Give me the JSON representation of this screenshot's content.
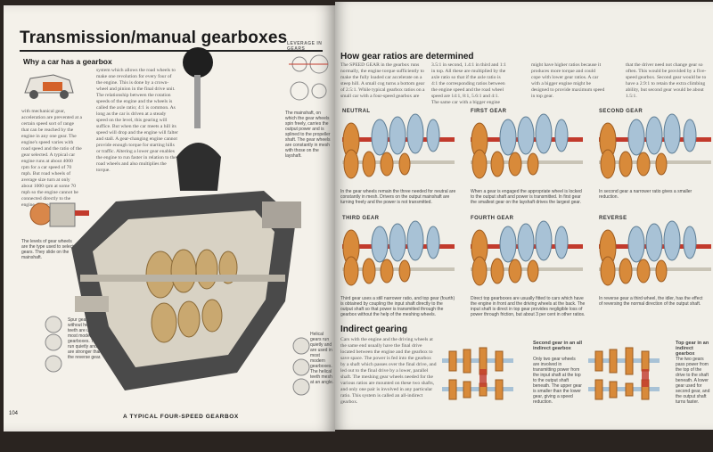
{
  "left_page": {
    "title": "Transmission/manual gearboxes",
    "section_heading": "Why a car has a gearbox",
    "col1_text": "with mechanical gear, acceleration are prevented at a certain speed sort of range that can be reached by the engine in any one gear. The engine's speed varies with road speed and the ratio of the gear selected. A typical car engine runs at about 4000 rpm for a car speed of 70 mph. But road wheels of average size turn at only about 1000 rpm at some 70 mph so the engine cannot be connected directly to the engine. There must be a",
    "col2_text": "system which allows the road wheels to make one revolution for every four of the engine. This is done by a crown-wheel and pinion in the final drive unit. The relationship between the rotation speeds of the engine and the wheels is called the axle ratio; 4:1 is common. As long as the car is driven at a steady speed on the level, this gearing will suffice. But when the car meets a hill its speed will drop and the engine will falter and stall. A gear-changing engine cannot provide enough torque for starting hills or traffic. Altering a lower gear enables the engine to run faster in relation to the road wheels and also multiplies the torque.",
    "leverage_label": "LEVERAGE IN GEARS",
    "caption_shaft": "The mainshaft, on which the gear wheels spin freely, carries the output power and is splined to the propeller shaft. The gear wheels are constantly in mesh with those on the layshaft.",
    "caption_drive": "The levels of gear wheels are the type used to select gears. They slide on the mainshaft.",
    "caption_spur": "Spur gears without helical teeth are used in most modern gearboxes. They run quietly and are stronger than the reverse gear.",
    "caption_helical": "Helical gears run quietly and are used in most modern gearboxes. The helical teeth mesh at an angle.",
    "figure_caption": "A TYPICAL FOUR-SPEED GEARBOX",
    "page_number": "104"
  },
  "right_page": {
    "heading_ratios": "How gear ratios are determined",
    "ratios_col1": "The SPEED GEAR in the gearbox runs normally, the engine torque sufficiently to make the fully loaded car accelerate on a steep hill. A small cog turns a bottom gear of 2.5:1. While typical gearbox ratios on a small car with a four-speed gearbox are",
    "ratios_col2": "3.5:1 in second, 1.4:1 in third and 1:1 in top. All these are multiplied by the axle ratio so that if the axle ratio is 4:1 the corresponding ratios between the engine speed and the road wheel speed are 14:1, 8:1, 5.6:1 and 4:1. The same car with a bigger engine",
    "ratios_col3": "might have higher ratios because it produces more torque and could cope with lower gear ratios. A car with a bigger engine might be designed to provide maximum speed in top gear.",
    "ratios_col4": "that the driver need not change gear so often. This would be provided by a five-speed gearbox. Second gear would be to have a 2.9:1 to retain the extra climbing ability, but second gear would be about 1.5:1.",
    "panels": [
      {
        "label": "NEUTRAL",
        "caption": "In the gear wheels remain the three needed for neutral are constantly in mesh. Drivers on the output mainshaft are turning freely and the power is not transmitted."
      },
      {
        "label": "FIRST GEAR",
        "caption": "When a gear is engaged the appropriate wheel is locked to the output shaft and power is transmitted. In first gear the smallest gear on the layshaft drives the largest gear."
      },
      {
        "label": "SECOND GEAR",
        "caption": "In second gear a narrower ratio gives a smaller reduction."
      },
      {
        "label": "THIRD GEAR",
        "caption": "Third gear uses a still narrower ratio, and top gear (fourth) is obtained by coupling the input shaft directly to the output shaft so that power is transmitted through the gearbox without the help of the meshing wheels."
      },
      {
        "label": "FOURTH GEAR",
        "caption": "Direct top gearboxes are usually fitted to cars which have the engine in front and the driving wheels at the back. The input shaft is direct in top gear provides negligible loss of power through friction, but about 3 per cent in other ratios."
      },
      {
        "label": "REVERSE",
        "caption": "In reverse gear a third wheel, the idler, has the effect of reversing the normal direction of the output shaft."
      }
    ],
    "heading_indirect": "Indirect gearing",
    "indirect_text": "Cars with the engine and the driving wheels at the same end usually have the final drive located between the engine and the gearbox to save space. The power is fed into the gearbox by a shaft which passes over the final drive, and led out to the final drive by a lower, parallel shaft. The meshing gear wheels needed for the various ratios are mounted on these two shafts, and only one pair is involved in any particular ratio. This system is called an all-indirect gearbox.",
    "side_second_title": "Second gear in an all indirect gearbox",
    "side_second_text": "Only two gear wheels are involved in transmitting power from the input shaft at the top to the output shaft beneath. The upper gear is smaller than the lower gear, giving a speed reduction.",
    "side_top_title": "Top gear in an indirect gearbox",
    "side_top_text": "The two gears pass power from the top of the drive to the shaft beneath. A lower gear used for second gear, and the output shaft turns faster."
  },
  "colors": {
    "paper": "#f3f1ea",
    "gear_orange": "#d88a3a",
    "gear_blue": "#9ab7cc",
    "shaft_red": "#c23a2c",
    "casing": "#3a3a3a"
  }
}
